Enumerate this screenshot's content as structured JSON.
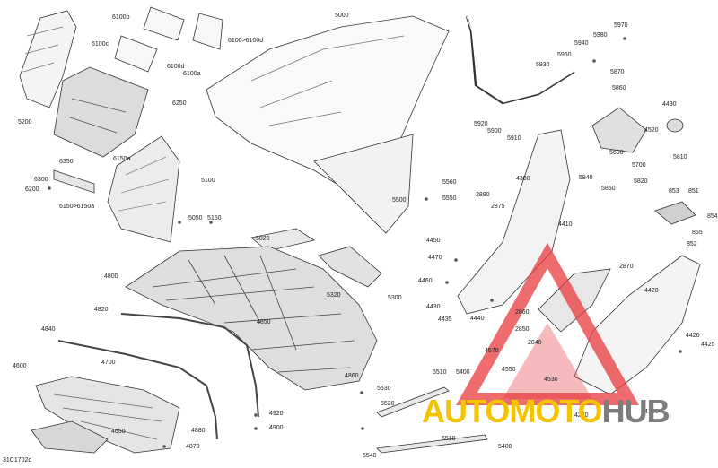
{
  "diagram_id": "31C1702d",
  "part_numbers": [
    "5200",
    "6100b",
    "6100c",
    "6100d",
    "6100a",
    "6100>6100d",
    "6250",
    "6350",
    "6300",
    "6200",
    "6150a",
    "6150>6150a",
    "5100",
    "5050",
    "5150",
    "5000",
    "5500",
    "5970",
    "5980",
    "5940",
    "5960",
    "5930",
    "5870",
    "5860",
    "5920",
    "5900",
    "5910",
    "4490",
    "4520",
    "5810",
    "5700",
    "5600",
    "5850",
    "5840",
    "5820",
    "4300",
    "5560",
    "5550",
    "2880",
    "2875",
    "4410",
    "853",
    "851",
    "854",
    "855",
    "852",
    "4450",
    "4470",
    "4460",
    "4430",
    "4435",
    "4440",
    "2870",
    "2860",
    "2850",
    "2840",
    "4420",
    "4570",
    "4550",
    "4530",
    "4426",
    "4425",
    "5020",
    "4800",
    "5320",
    "5300",
    "4820",
    "4850",
    "4840",
    "4700",
    "4600",
    "4860",
    "4920",
    "4900",
    "4880",
    "4870",
    "4650",
    "5510",
    "5400",
    "5530",
    "5520",
    "5540",
    "5510",
    "5400",
    "4220",
    "4100"
  ],
  "watermark": {
    "word_a": "AUTOMOTO",
    "word_b": "HUB",
    "color_a": "#f5c400",
    "color_b": "#7d7d7d",
    "triangle_color": "#e8393e"
  }
}
